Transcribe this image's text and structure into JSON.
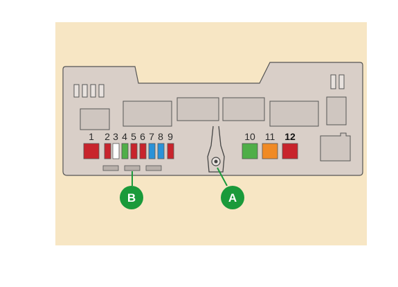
{
  "colors": {
    "background_panel": "#f7e6c4",
    "fusebox_body": "#d9cfc8",
    "fusebox_outline": "#555555",
    "relay_fill": "#cfc6c0",
    "callout_green": "#1a9a3a",
    "fuse_red": "#c8242c",
    "fuse_white": "#ffffff",
    "fuse_green": "#4fae48",
    "fuse_blue": "#2a92d8",
    "fuse_orange": "#f08a24"
  },
  "fuses": [
    {
      "label": "1",
      "color": "#c8242c",
      "bold": false
    },
    {
      "label": "2",
      "color": "#c8242c",
      "bold": false
    },
    {
      "label": "3",
      "color": "#ffffff",
      "bold": false
    },
    {
      "label": "4",
      "color": "#4fae48",
      "bold": false
    },
    {
      "label": "5",
      "color": "#c8242c",
      "bold": false
    },
    {
      "label": "6",
      "color": "#c8242c",
      "bold": false
    },
    {
      "label": "7",
      "color": "#2a92d8",
      "bold": false
    },
    {
      "label": "8",
      "color": "#2a92d8",
      "bold": false
    },
    {
      "label": "9",
      "color": "#c8242c",
      "bold": false
    },
    {
      "label": "10",
      "color": "#4fae48",
      "bold": false
    },
    {
      "label": "11",
      "color": "#f08a24",
      "bold": false
    },
    {
      "label": "12",
      "color": "#c8242c",
      "bold": true
    }
  ],
  "callouts": {
    "a": {
      "label": "A",
      "target": "fuse-puller-clip"
    },
    "b": {
      "label": "B",
      "target": "spare-fuse-slots"
    }
  }
}
